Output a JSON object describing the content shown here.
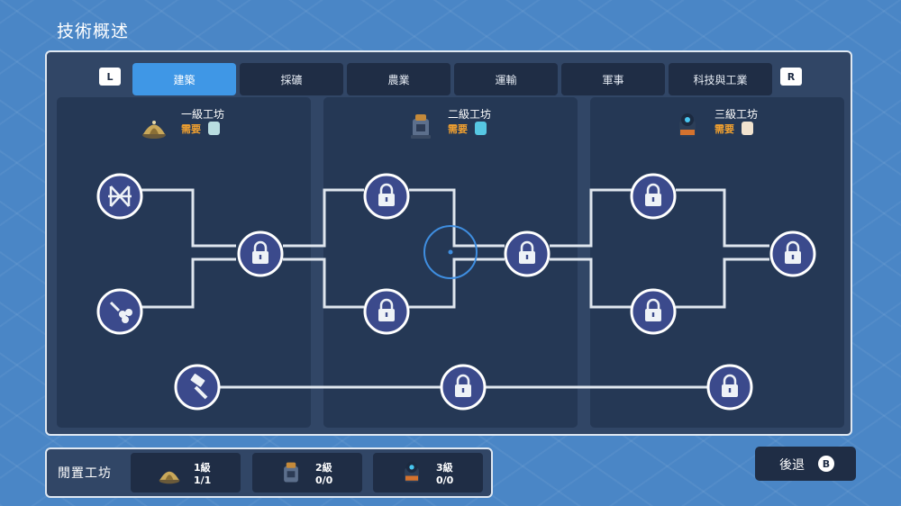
{
  "page": {
    "title": "技術概述"
  },
  "tabs": {
    "left_shoulder": "L",
    "right_shoulder": "R",
    "items": [
      {
        "label": "建築",
        "active": true
      },
      {
        "label": "採礦",
        "active": false
      },
      {
        "label": "農業",
        "active": false
      },
      {
        "label": "運輸",
        "active": false
      },
      {
        "label": "軍事",
        "active": false
      },
      {
        "label": "科技與工業",
        "active": false
      }
    ]
  },
  "columns": [
    {
      "name": "一級工坊",
      "requires": "需要",
      "workshop_icon": "yurt-workshop-icon",
      "req_color": "#b9dde0"
    },
    {
      "name": "二級工坊",
      "requires": "需要",
      "workshop_icon": "tower-workshop-icon",
      "req_color": "#56c7e3"
    },
    {
      "name": "三級工坊",
      "requires": "需要",
      "workshop_icon": "reactor-workshop-icon",
      "req_color": "#f1e3cf"
    }
  ],
  "tree_nodes": [
    {
      "id": "n1",
      "state": "unlocked",
      "icon": "scaffold-icon"
    },
    {
      "id": "n2",
      "state": "unlocked",
      "icon": "hammer-pellets-icon"
    },
    {
      "id": "n3",
      "state": "locked",
      "icon": "lock-icon"
    },
    {
      "id": "n4",
      "state": "unlocked",
      "icon": "hammer-icon"
    },
    {
      "id": "n5",
      "state": "locked",
      "icon": "lock-icon"
    },
    {
      "id": "n6",
      "state": "locked",
      "icon": "lock-icon"
    },
    {
      "id": "n7",
      "state": "locked",
      "icon": "lock-icon"
    },
    {
      "id": "n8",
      "state": "locked",
      "icon": "lock-icon"
    },
    {
      "id": "n9",
      "state": "locked",
      "icon": "lock-icon"
    },
    {
      "id": "n10",
      "state": "locked",
      "icon": "lock-icon"
    },
    {
      "id": "n11",
      "state": "locked",
      "icon": "lock-icon"
    },
    {
      "id": "n12",
      "state": "locked",
      "icon": "lock-icon"
    }
  ],
  "placed": {
    "title": "閒置工坊",
    "slots": [
      {
        "level": "1級",
        "count": "1/1"
      },
      {
        "level": "2級",
        "count": "0/0"
      },
      {
        "level": "3級",
        "count": "0/0"
      }
    ]
  },
  "back": {
    "label": "後退",
    "badge": "B"
  },
  "colors": {
    "accent": "#3f97e6",
    "panel": "#314666",
    "column": "#253855",
    "node_fill": "#3b4a8c",
    "line": "#dfe6ee",
    "requires": "#f0a030",
    "cursor": "#3f8ee0"
  }
}
